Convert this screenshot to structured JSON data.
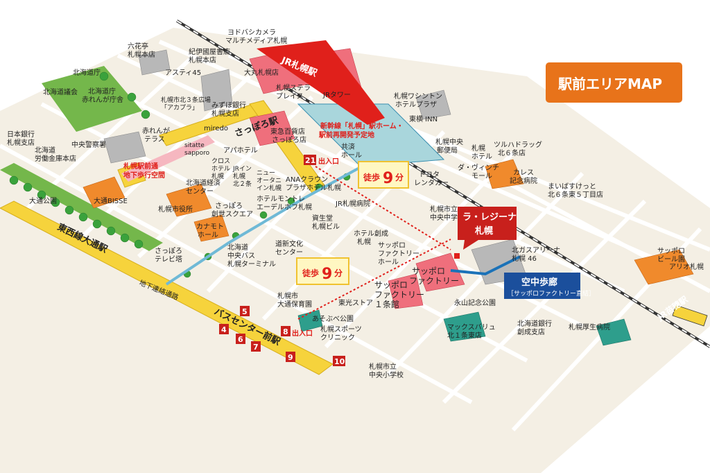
{
  "title": "駅前エリアMAP",
  "colors": {
    "title_bg": "#e8731a",
    "station_red": "#e0201b",
    "destination_red": "#c8201c",
    "walkway_blue": "#1b4f9c",
    "yellow_road": "#f6d33c",
    "park_green": "#74b74b",
    "building_pink": "#ef6f7c",
    "building_orange": "#f08a2c",
    "building_teal": "#2e9e8c"
  },
  "destination": {
    "line1": "ラ・レジーナ",
    "line2": "札幌"
  },
  "walk_badges": [
    {
      "label": "徒歩",
      "num": "9",
      "unit": "分"
    },
    {
      "label": "徒歩",
      "num": "9",
      "unit": "分"
    }
  ],
  "skywalk": {
    "line1": "空中歩廊",
    "line2": "［サッポロファクトリー直結］"
  },
  "stations": {
    "jr_sapporo": "JR札幌駅",
    "jr_naebo": "JR苗穂駅",
    "sapporo_subway": "さっぽろ駅",
    "odori": "東西線大通駅",
    "bus_center": "バスセンター前駅"
  },
  "exits": [
    {
      "num": "21",
      "label": "出入口"
    },
    {
      "num": "8",
      "label": "出入口"
    }
  ],
  "exit_numbers": [
    "5",
    "4",
    "6",
    "7",
    "9",
    "10"
  ],
  "areas": {
    "underground_walkway": "地下歩行空間",
    "underground_walkway_prefix": "札幌駅前通",
    "underground_link": "地下連絡通路",
    "shinkansen_line1": "新幹線「札幌」駅ホーム・",
    "shinkansen_line2": "駅前再開発予定地"
  },
  "labels": {
    "yodobashi_1": "ヨドバシカメラ",
    "yodobashi_2": "マルチメディア札幌",
    "rokkatei_1": "六花亭",
    "rokkatei_2": "札幌本店",
    "kinokuniya_1": "紀伊國屋書店",
    "kinokuniya_2": "札幌本店",
    "asty45": "アスティ45",
    "daimaru": "大丸札幌店",
    "stellar_1": "札幌ステラ",
    "stellar_2": "プレイス",
    "jr_tower": "JRタワー",
    "hokudo_cho": "北海道庁",
    "akarenga_1": "北海道庁",
    "akarenga_2": "赤れんが庁舎",
    "gikai": "北海道議会",
    "kita3_1": "札幌市北３条広場",
    "kita3_2": "「アカプラ」",
    "mizuho_1": "みずほ銀行",
    "mizuho_2": "札幌支店",
    "akarenga_terrace_1": "赤れんが",
    "akarenga_terrace_2": "テラス",
    "miredo": "miredo",
    "sitatte_1": "sitatte",
    "sitatte_2": "sapporo",
    "tokyu_1": "東急百貨店",
    "tokyu_2": "さっぽろ店",
    "boj_1": "日本銀行",
    "boj_2": "札幌支店",
    "police": "中央警察署",
    "roudou_1": "北海道",
    "roudou_2": "労働金庫本店",
    "apa": "アパホテル",
    "cross_1": "クロス",
    "cross_2": "ホテル",
    "cross_3": "札幌",
    "jrinn_1": "JRイン",
    "jrinn_2": "札幌",
    "jrinn_3": "北２条",
    "newotani_1": "ニュー",
    "newotani_2": "オータニ",
    "newotani_3": "イン札幌",
    "kyosai_1": "共済",
    "kyosai_2": "ホール",
    "toyota_1": "トヨタ",
    "toyota_2": "レンタカー",
    "ana_1": "ANAクラウン",
    "ana_2": "プラザホテル札幌",
    "keizai_1": "北海道経済",
    "keizai_2": "センター",
    "bisse": "大通BISSE",
    "odori_park": "大通公園",
    "sousei_1": "さっぽろ",
    "sousei_2": "創世スクエア",
    "shiyakusho": "札幌市役所",
    "montre_1": "ホテルモントレ",
    "montre_2": "エーデルホフ札幌",
    "jr_hosp": "JR札幌病院",
    "seimei_1": "資生堂",
    "seimei_2": "札幌ビル",
    "kanamoto_1": "カナモト",
    "kanamoto_2": "ホール",
    "tv_tower_1": "さっぽろ",
    "tv_tower_2": "テレビ塔",
    "bus_terminal_1": "北海道",
    "bus_terminal_2": "中央バス",
    "bus_terminal_3": "札幌ターミナル",
    "bunka_1": "道新文化",
    "bunka_2": "センター",
    "sosei_hotel_1": "ホテル創成",
    "sosei_hotel_2": "札幌",
    "factory_hall_1": "サッポロ",
    "factory_hall_2": "ファクトリー",
    "factory_hall_3": "ホール",
    "factory_1": "サッポロ",
    "factory_2": "ファクトリー",
    "factory_1jo_1": "サッポロ",
    "factory_1jo_2": "ファクトリー",
    "factory_1jo_3": "１条館",
    "toko_store": "東光ストア",
    "hoikuen_1": "札幌市",
    "hoikuen_2": "大通保育園",
    "asobube": "あそぶべ公園",
    "sports_1": "札幌スポーツ",
    "sports_2": "クリニック",
    "nagayama": "永山記念公園",
    "maxvalu_1": "マックスバリュ",
    "maxvalu_2": "北１条東店",
    "hokkaido_bank_1": "北海道銀行",
    "hokkaido_bank_2": "創成支店",
    "kosei_hosp": "札幌厚生病院",
    "chuo_shogakko_1": "札幌市立",
    "chuo_shogakko_2": "中央小学校",
    "chuo_chugakko_1": "札幌市立",
    "chuo_chugakko_2": "中央中学校",
    "washington_1": "札幌ワシントン",
    "washington_2": "ホテルプラザ",
    "toyoko": "東横 INN",
    "yubin_1": "札幌中央",
    "yubin_2": "郵便局",
    "sapporo_hotel_1": "札幌",
    "sapporo_hotel_2": "ホテル",
    "tsuruha_1": "ツルハドラッグ",
    "tsuruha_2": "北６条店",
    "davinci_1": "ダ・ヴィンチ",
    "davinci_2": "モール",
    "kaless_1": "カレス",
    "kaless_2": "記念病院",
    "maibasu_1": "まいばすけっと",
    "maibasu_2": "北６条東５丁目店",
    "arena_1": "北ガスアリーナ",
    "arena_2": "札幌 46",
    "beer_1": "サッポロ",
    "beer_2": "ビール園",
    "ario": "アリオ札幌"
  }
}
